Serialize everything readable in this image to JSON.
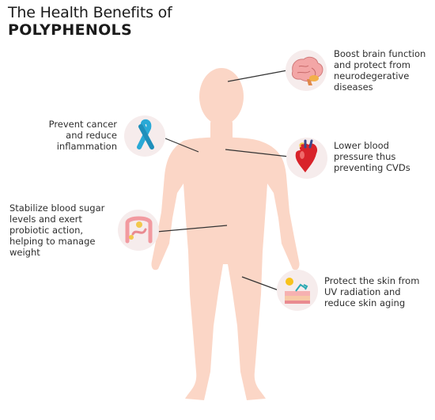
{
  "title": {
    "line1": "The Health  Benefits of",
    "line2": "POLYPHENOLS"
  },
  "benefits": [
    {
      "id": "brain",
      "lines": [
        "Boost brain function",
        "and protect from",
        "neurodegerative",
        "diseases"
      ],
      "icon": "brain-icon",
      "color": "#f3a6a6"
    },
    {
      "id": "cancer",
      "lines": [
        "Prevent cancer",
        "and reduce",
        "inflammation"
      ],
      "icon": "awareness-ribbon-icon",
      "color": "#2aa9d6"
    },
    {
      "id": "heart",
      "lines": [
        "Lower blood",
        "pressure thus",
        "preventing CVDs"
      ],
      "icon": "heart-icon",
      "color": "#d8232a"
    },
    {
      "id": "gut",
      "lines": [
        "Stabilize blood sugar",
        "levels and exert",
        "probiotic action,",
        "helping to manage",
        "weight"
      ],
      "icon": "intestine-icon",
      "color": "#f29aa0"
    },
    {
      "id": "skin",
      "lines": [
        "Protect the skin from",
        "UV radiation and",
        "reduce skin aging"
      ],
      "icon": "skin-sun-icon",
      "color": "#f7c21c"
    }
  ],
  "colors": {
    "body": "#fbd6c6",
    "circle": "#f6ecec",
    "line": "#333333"
  }
}
